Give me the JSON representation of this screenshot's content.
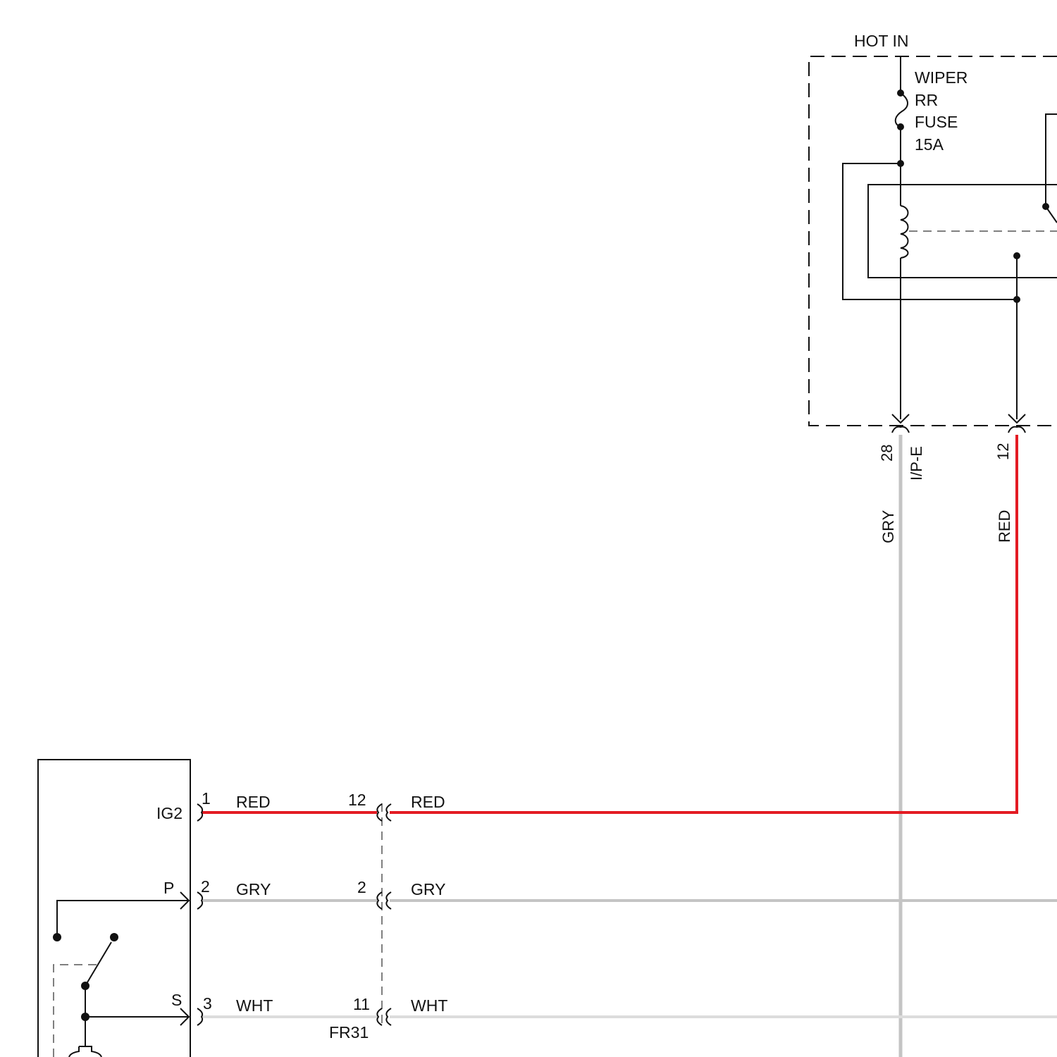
{
  "colors": {
    "red_wire": "#e31b23",
    "gray_wire": "#c4c4c4",
    "white_wire": "#dcdcdc",
    "line": "#111111"
  },
  "fuse_block": {
    "hot_label": "HOT IN",
    "fuse_label_lines": [
      "WIPER",
      "RR",
      "FUSE",
      "15A"
    ],
    "connector_name": "I/P-E",
    "pins": [
      {
        "pin": "28",
        "wire_color": "GRY"
      },
      {
        "pin": "12",
        "wire_color": "RED"
      }
    ]
  },
  "switch_module": {
    "terminals": [
      {
        "name": "IG2",
        "pin": "1",
        "wire_color": "RED"
      },
      {
        "name": "P",
        "pin": "2",
        "wire_color": "GRY"
      },
      {
        "name": "S",
        "pin": "3",
        "wire_color": "WHT"
      }
    ]
  },
  "inline_connector": {
    "name": "FR31",
    "pins": [
      {
        "pin": "12",
        "wire_color": "RED"
      },
      {
        "pin": "2",
        "wire_color": "GRY"
      },
      {
        "pin": "11",
        "wire_color": "WHT"
      }
    ]
  }
}
